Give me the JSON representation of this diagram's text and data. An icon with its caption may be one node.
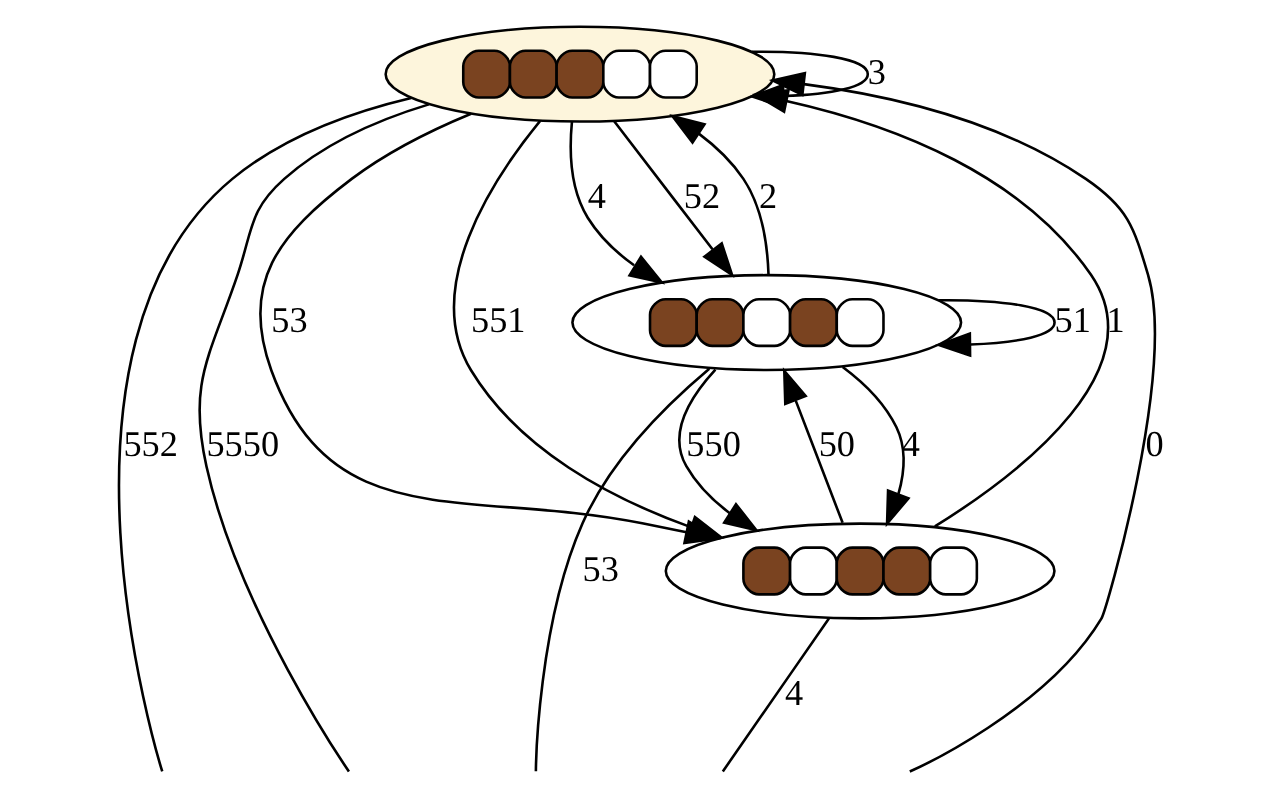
{
  "diagram": {
    "nodes": [
      {
        "text": [],
        "shape": "ellipse"
      },
      {
        "text": [],
        "shape": "ellipse"
      },
      {
        "text": [],
        "shape": "ellipse"
      }
    ],
    "edges": [
      {
        "from": 0,
        "to": 0,
        "arrow": "to",
        "label": "3"
      },
      {
        "from": 0,
        "to": 1,
        "arrow": "to",
        "label": "4"
      },
      {
        "from": 0,
        "to": 1,
        "arrow": "to",
        "label": "52"
      },
      {
        "from": 1,
        "to": 0,
        "arrow": "to",
        "label": "2"
      },
      {
        "from": 1,
        "to": 1,
        "arrow": "to",
        "label": "51"
      },
      {
        "from": 0,
        "to": 2,
        "arrow": "to",
        "label": "53"
      },
      {
        "from": 0,
        "to": 2,
        "arrow": "to",
        "label": "551"
      },
      {
        "from": 2,
        "to": 0,
        "arrow": "to",
        "label": "1"
      },
      {
        "from": null,
        "to": 0,
        "arrow": "to",
        "label": "0"
      },
      {
        "from": 1,
        "to": 2,
        "arrow": "to",
        "label": "4"
      },
      {
        "from": 1,
        "to": 2,
        "arrow": "to",
        "label": "550"
      },
      {
        "from": 2,
        "to": 1,
        "arrow": "to",
        "label": "50"
      },
      {
        "from": 0,
        "to": null,
        "arrow": "none",
        "label": "552"
      },
      {
        "from": 0,
        "to": null,
        "arrow": "none",
        "label": "5550"
      },
      {
        "from": 1,
        "to": null,
        "arrow": "none",
        "label": "53"
      },
      {
        "from": 2,
        "to": null,
        "arrow": "none",
        "label": "4"
      }
    ]
  }
}
